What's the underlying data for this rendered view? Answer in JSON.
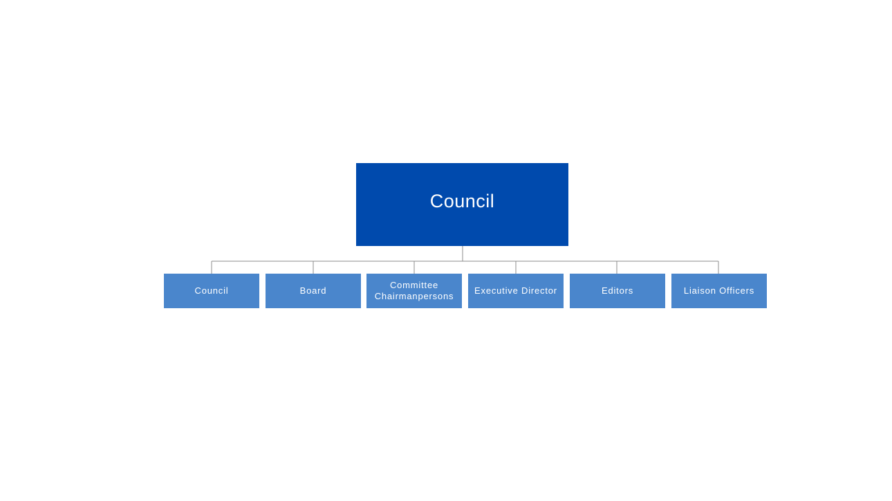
{
  "colors": {
    "background": "#ffffff",
    "root_fill": "#004aad",
    "child_fill": "#4a86cc",
    "connector": "#8c8c8c"
  },
  "org_chart": {
    "root": {
      "label": "Council"
    },
    "children": [
      {
        "label": "Council"
      },
      {
        "label": "Board"
      },
      {
        "label": "Committee\nChairmanpersons"
      },
      {
        "label": "Executive Director"
      },
      {
        "label": "Editors"
      },
      {
        "label": "Liaison Officers"
      }
    ]
  }
}
